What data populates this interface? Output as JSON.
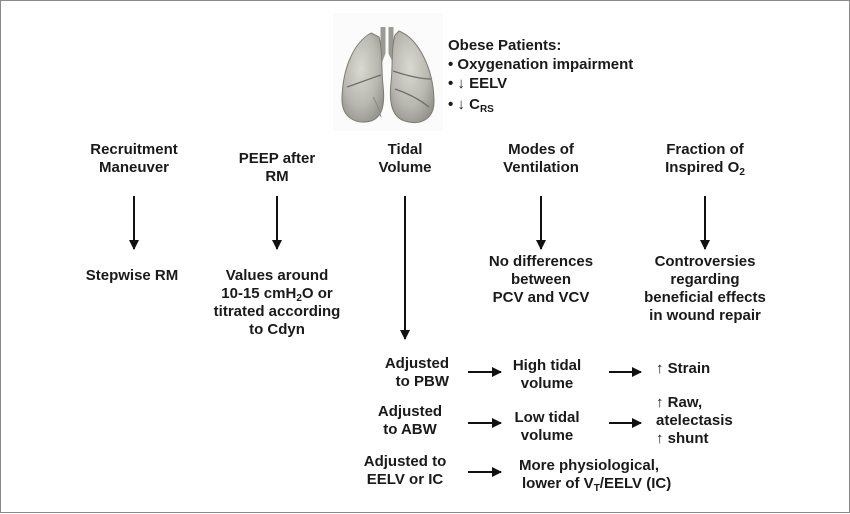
{
  "header": {
    "title": "Obese Patients:",
    "bullets": [
      {
        "prefix": "• ",
        "text": "Oxygenation impairment"
      },
      {
        "prefix": "• ↓ ",
        "text": "EELV"
      },
      {
        "prefix": "• ↓ ",
        "text": "C",
        "sub": "RS"
      }
    ]
  },
  "columns": {
    "recruitment": {
      "title_lines": [
        "Recruitment",
        "Maneuver"
      ],
      "result": "Stepwise RM"
    },
    "peep": {
      "title_lines": [
        "PEEP after",
        "RM"
      ],
      "result": {
        "l1": "Values around",
        "l2_a": "10-15 cmH",
        "l2_sub": "2",
        "l2_b": "O or",
        "l3": "titrated according",
        "l4": "to Cdyn"
      }
    },
    "tidal": {
      "title_lines": [
        "Tidal",
        "Volume"
      ]
    },
    "modes": {
      "title_lines": [
        "Modes of",
        "Ventilation"
      ],
      "result_lines": [
        "No differences",
        "between",
        "PCV and VCV"
      ]
    },
    "fio2": {
      "title_l1": "Fraction of",
      "title_l2": "Inspired O",
      "title_sub": "2",
      "result_lines": [
        "Controversies",
        "regarding",
        "beneficial effects",
        "in wound repair"
      ]
    }
  },
  "tidal_rows": {
    "pbw": {
      "adjust_lines": [
        "Adjusted",
        "to PBW"
      ],
      "outcome_lines": [
        "High tidal",
        "volume"
      ],
      "effect": "↑ Strain"
    },
    "abw": {
      "adjust_lines": [
        "Adjusted",
        "to ABW"
      ],
      "outcome_lines": [
        "Low tidal",
        "volume"
      ],
      "effect_lines": [
        "↑ Raw,",
        "atelectasis",
        "↑ shunt"
      ]
    },
    "eelv": {
      "adjust_lines": [
        "Adjusted to",
        "EELV or IC"
      ],
      "outcome_l1": "More physiological,",
      "outcome_l2_a": "lower of V",
      "outcome_l2_sub": "T",
      "outcome_l2_b": "/EELV (IC)"
    }
  }
}
